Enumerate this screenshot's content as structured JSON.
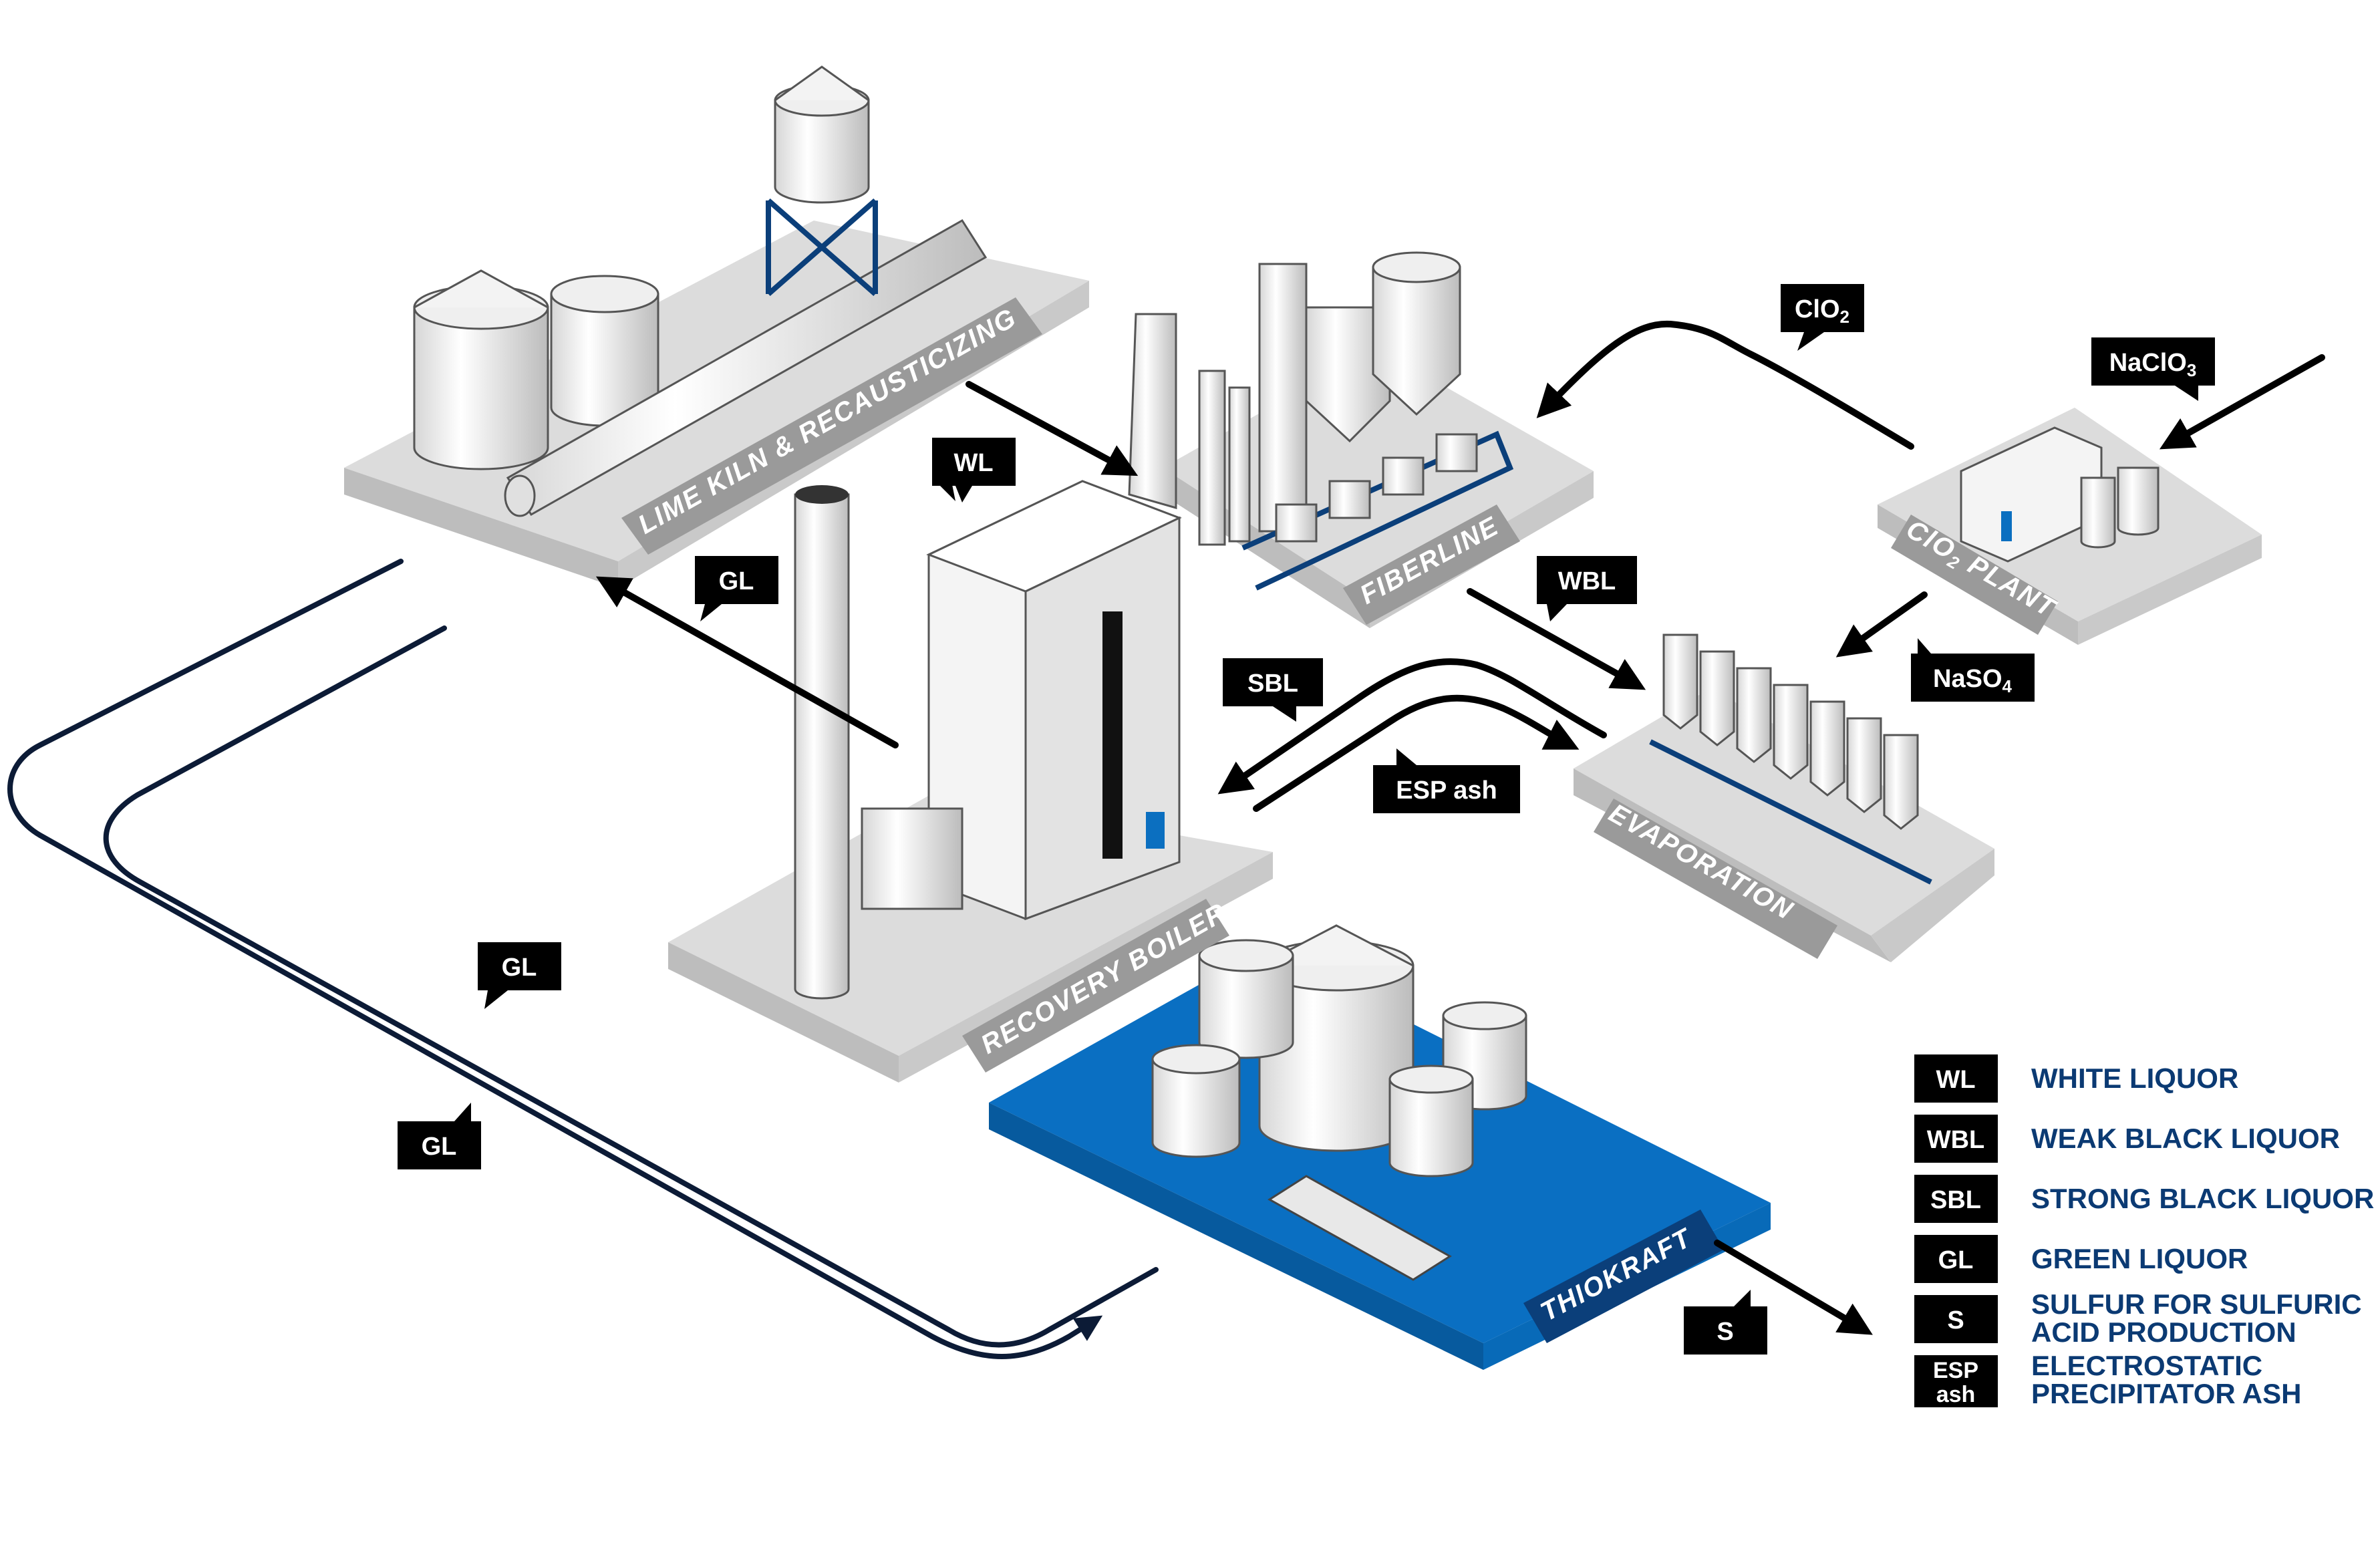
{
  "areas": {
    "lime_kiln": "LIME KILN & RECAUSTICIZING",
    "fiberline": "FIBERLINE",
    "clo2_plant_prefix": "ClO",
    "clo2_plant_sub": "2",
    "clo2_plant_suffix": " PLANT",
    "recovery_boiler": "RECOVERY BOILER",
    "evaporation": "EVAPORATION",
    "thiokraft": "THIOKRAFT"
  },
  "tags": {
    "wl": "WL",
    "gl_kiln": "GL",
    "wbl": "WBL",
    "sbl": "SBL",
    "esp_ash": "ESP ash",
    "gl_loop_1": "GL",
    "gl_loop_2": "GL",
    "s": "S",
    "clo2_main": "ClO",
    "clo2_sub": "2",
    "naclo3_main": "NaClO",
    "naclo3_sub": "3",
    "naso4_main": "NaSO",
    "naso4_sub": "4"
  },
  "legend": [
    {
      "code": "WL",
      "code2": "",
      "label": "WHITE LIQUOR",
      "label2": ""
    },
    {
      "code": "WBL",
      "code2": "",
      "label": "WEAK BLACK LIQUOR",
      "label2": ""
    },
    {
      "code": "SBL",
      "code2": "",
      "label": "STRONG BLACK LIQUOR",
      "label2": ""
    },
    {
      "code": "GL",
      "code2": "",
      "label": "GREEN LIQUOR",
      "label2": ""
    },
    {
      "code": "S",
      "code2": "",
      "label": "SULFUR FOR SULFURIC",
      "label2": "ACID PRODUCTION"
    },
    {
      "code": "ESP",
      "code2": "ash",
      "label": "ELECTROSTATIC",
      "label2": "PRECIPITATOR ASH"
    }
  ],
  "colors": {
    "platform_top": "#dcdcdc",
    "platform_side": "#bdbdbd",
    "thiokraft_top": "#0a6fc2",
    "thiokraft_side": "#075a9e",
    "label_bar": "#9a9a9a",
    "label_bar_blue": "#0b3f7a",
    "arrow": "#000000",
    "loop": "#0c1b36",
    "legend_text": "#0b3a73",
    "tag_bg": "#000000"
  }
}
